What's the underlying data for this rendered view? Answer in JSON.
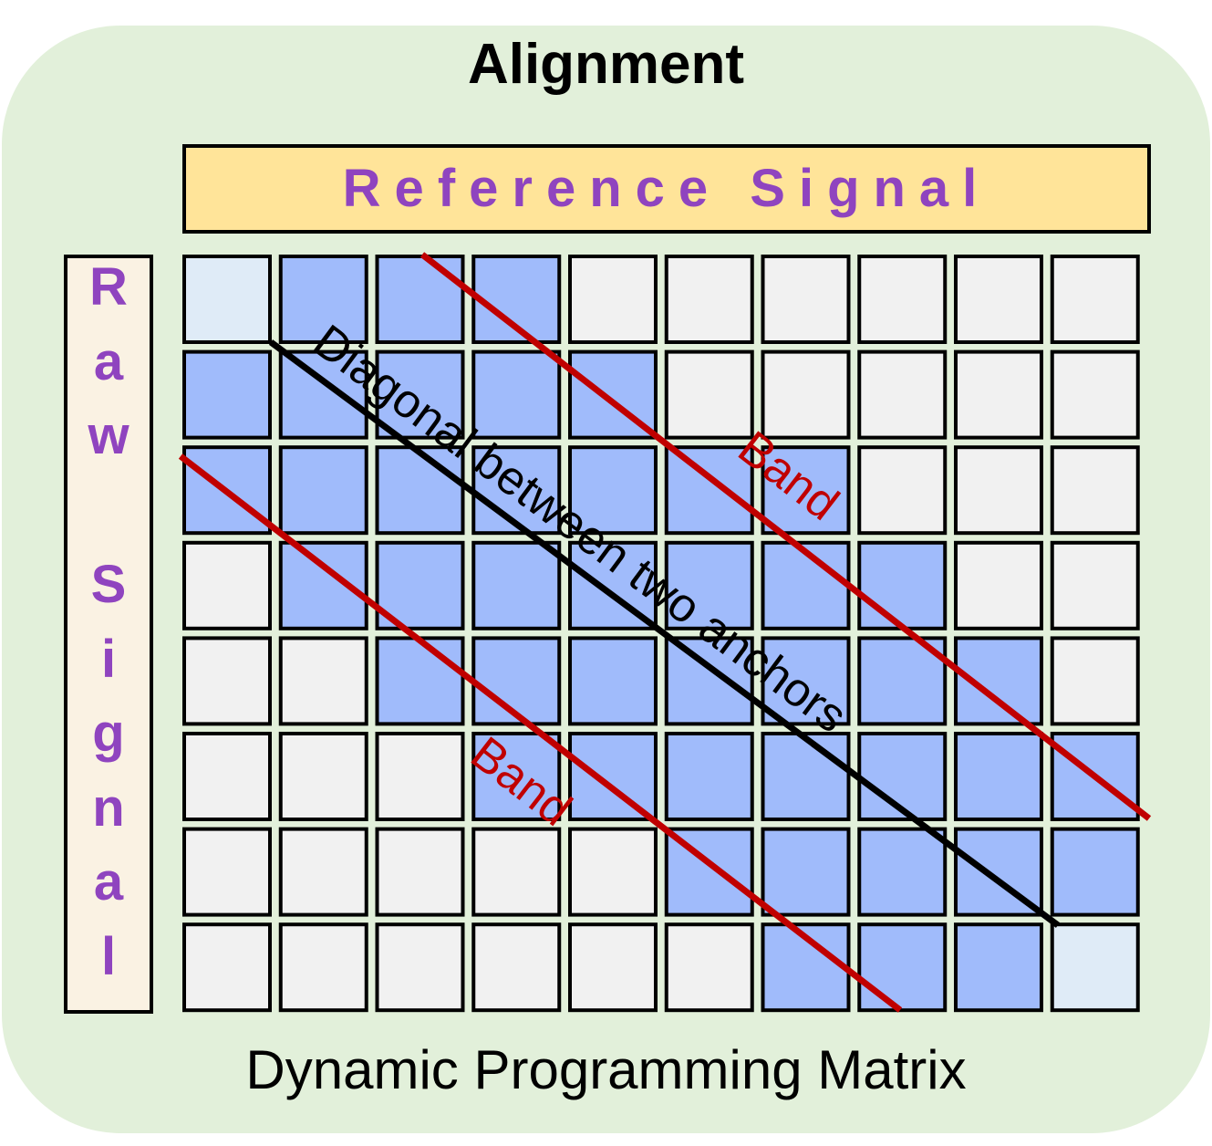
{
  "title": "Alignment",
  "reference_label": "Reference Signal",
  "raw_letters": [
    "R",
    "a",
    "w",
    "",
    "S",
    "i",
    "g",
    "n",
    "a",
    "l"
  ],
  "matrix": {
    "rows": 8,
    "cols": 10,
    "cell_states": [
      "anchor",
      "band",
      "band",
      "band",
      "empty",
      "empty",
      "empty",
      "empty",
      "empty",
      "empty",
      "band",
      "band",
      "band",
      "band",
      "band",
      "empty",
      "empty",
      "empty",
      "empty",
      "empty",
      "band",
      "band",
      "band",
      "band",
      "band",
      "band",
      "band",
      "empty",
      "empty",
      "empty",
      "empty",
      "band",
      "band",
      "band",
      "band",
      "band",
      "band",
      "band",
      "empty",
      "empty",
      "empty",
      "empty",
      "band",
      "band",
      "band",
      "band",
      "band",
      "band",
      "band",
      "empty",
      "empty",
      "empty",
      "empty",
      "band",
      "band",
      "band",
      "band",
      "band",
      "band",
      "band",
      "empty",
      "empty",
      "empty",
      "empty",
      "empty",
      "band",
      "band",
      "band",
      "band",
      "band",
      "empty",
      "empty",
      "empty",
      "empty",
      "empty",
      "empty",
      "band",
      "band",
      "band",
      "anchor"
    ]
  },
  "diagonal_label": "Diagonal between two anchors",
  "band_label_upper": "Band",
  "band_label_lower": "Band",
  "caption": "Dynamic Programming Matrix",
  "colors": {
    "panel": "#e2f0da",
    "reference_fill": "#ffe499",
    "raw_fill": "#faf2e3",
    "label_purple": "#8f44bf",
    "cell_band": "#a0bbfb",
    "cell_empty": "#f1f1f1",
    "cell_anchor": "#dfebf7",
    "band_line": "#c00000",
    "diagonal_line": "#000000"
  }
}
